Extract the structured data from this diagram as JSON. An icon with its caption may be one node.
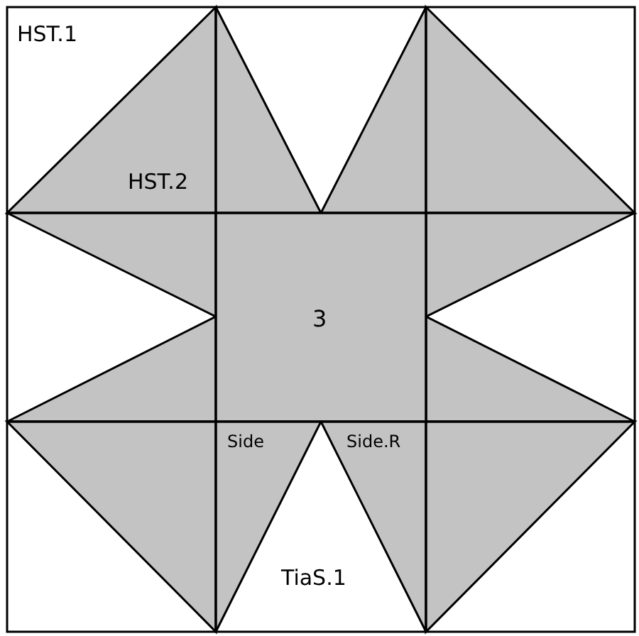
{
  "diagram": {
    "labels": [
      "HST.1",
      "HST.2",
      "3",
      "Side",
      "Side.R",
      "TiaS.1"
    ]
  }
}
